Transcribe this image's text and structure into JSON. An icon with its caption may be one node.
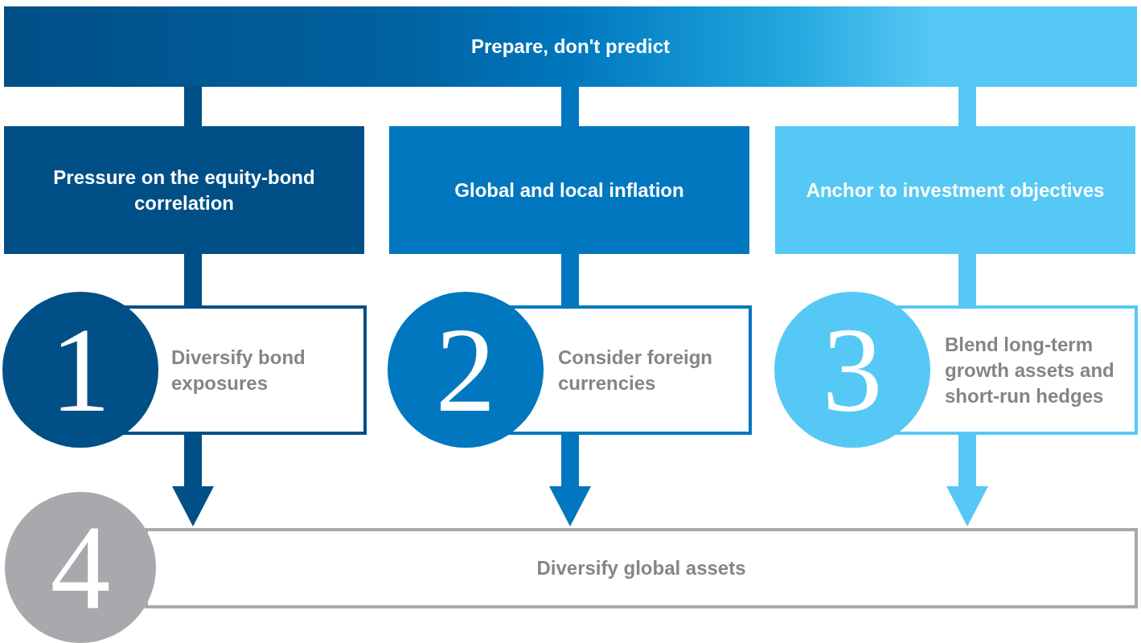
{
  "diagram": {
    "nodes": [
      {
        "text": [
          "Prepare, don't predict"
        ]
      },
      {
        "text": [
          "Pressure on the equity-bond correlation"
        ]
      },
      {
        "text": [
          "Global and local inflation"
        ]
      },
      {
        "text": [
          "Anchor to investment objectives"
        ]
      },
      {
        "text": [
          "1",
          "Diversify bond exposures"
        ]
      },
      {
        "text": [
          "2",
          "Consider foreign currencies"
        ]
      },
      {
        "text": [
          "3",
          "Blend long-term growth assets and short-run hedges"
        ]
      },
      {
        "text": [
          "4",
          "Diversify global assets"
        ]
      }
    ],
    "edges": [
      {
        "from": 0,
        "to": 1,
        "arrow": "none",
        "color": "#004f86"
      },
      {
        "from": 0,
        "to": 2,
        "arrow": "none",
        "color": "#0077be"
      },
      {
        "from": 0,
        "to": 3,
        "arrow": "none",
        "color": "#56c8f5"
      },
      {
        "from": 1,
        "to": 4,
        "arrow": "none",
        "color": "#004f86"
      },
      {
        "from": 2,
        "to": 5,
        "arrow": "none",
        "color": "#0077be"
      },
      {
        "from": 3,
        "to": 6,
        "arrow": "none",
        "color": "#56c8f5"
      },
      {
        "from": 4,
        "to": 7,
        "arrow": "to",
        "color": "#004f86"
      },
      {
        "from": 5,
        "to": 7,
        "arrow": "to",
        "color": "#0077be"
      },
      {
        "from": 6,
        "to": 7,
        "arrow": "to",
        "color": "#56c8f5"
      }
    ]
  }
}
